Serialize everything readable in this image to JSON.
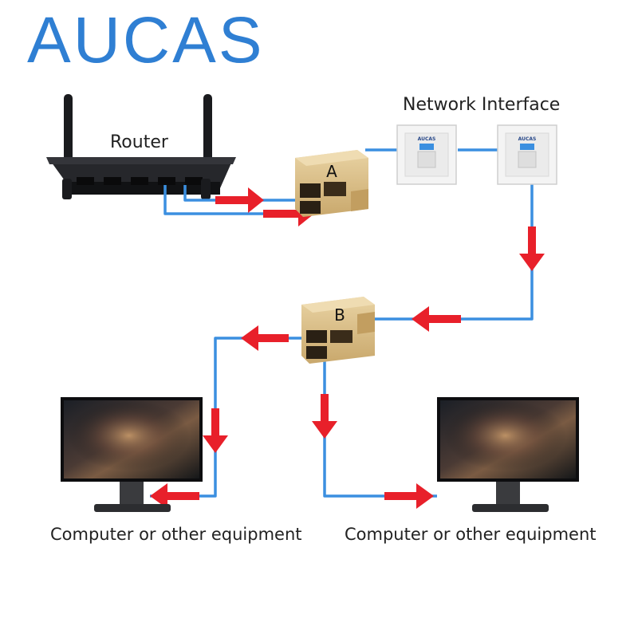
{
  "brand": {
    "name": "AUCAS",
    "color": "#2f7fd3"
  },
  "labels": {
    "router": "Router",
    "network_interface": "Network Interface",
    "computer_left": "Computer or other equipment",
    "computer_right": "Computer or other equipment"
  },
  "couplers": {
    "a": "A",
    "b": "B"
  },
  "wall_plates": {
    "logo_text": "AUCAS"
  },
  "colors": {
    "cable": "#3b8fe0",
    "arrow": "#e8202a",
    "coupler": "#dcc08a",
    "router_body": "#1e1f22",
    "plate": "#f4f4f4"
  },
  "icons": [
    "router-icon",
    "coupler-icon",
    "wall-plate-icon",
    "monitor-icon",
    "arrow-icon"
  ]
}
